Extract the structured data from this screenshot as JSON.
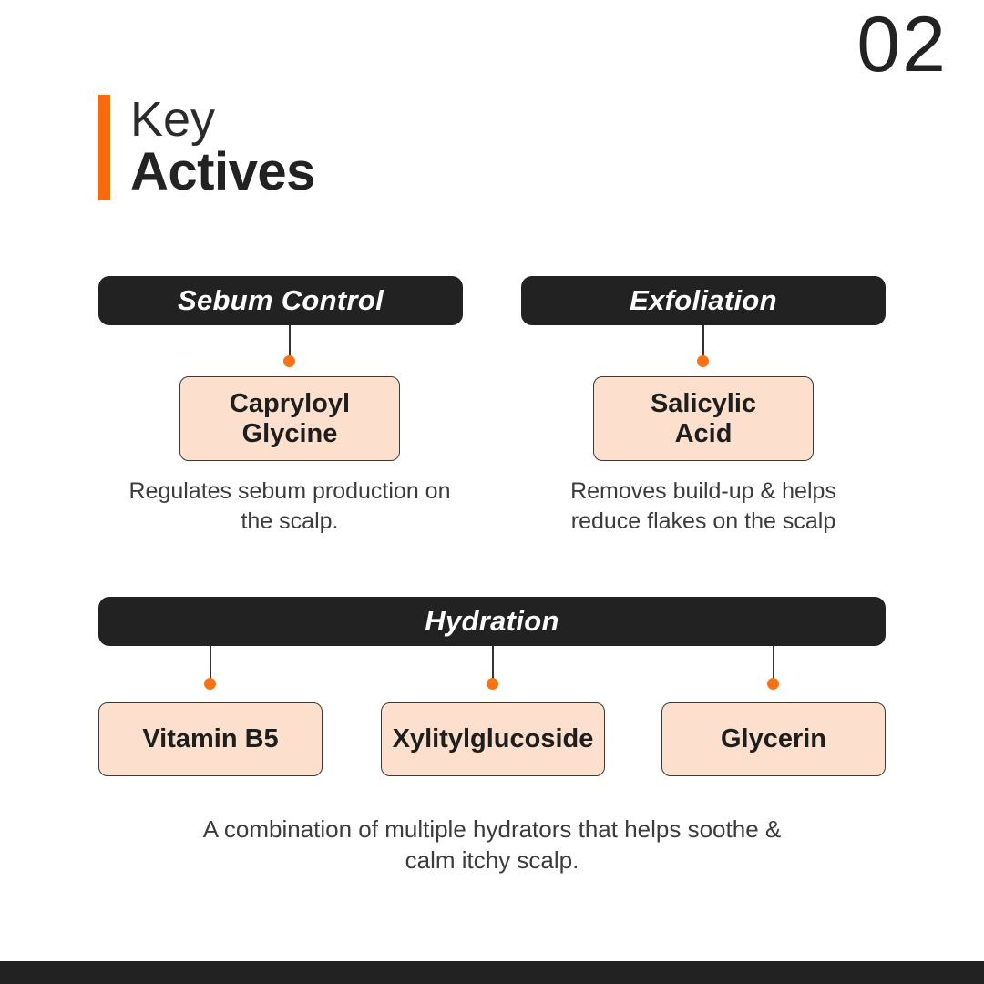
{
  "page": {
    "number": "02",
    "accent_color": "#F96A0C",
    "dot_color": "#F97316",
    "box_fill": "#FCE0CD",
    "dark_color": "#222222"
  },
  "title": {
    "line1": "Key",
    "line2": "Actives"
  },
  "categories": [
    {
      "label": "Sebum Control",
      "ingredients": [
        {
          "name": "Capryloyl\nGlycine"
        }
      ],
      "description": "Regulates sebum production on the scalp."
    },
    {
      "label": "Exfoliation",
      "ingredients": [
        {
          "name": "Salicylic\nAcid"
        }
      ],
      "description": "Removes build-up & helps reduce flakes on the scalp"
    },
    {
      "label": "Hydration",
      "ingredients": [
        {
          "name": "Vitamin B5"
        },
        {
          "name": "Xylitylglucoside"
        },
        {
          "name": "Glycerin"
        }
      ],
      "description": "A combination of multiple hydrators that helps soothe & calm itchy scalp."
    }
  ]
}
